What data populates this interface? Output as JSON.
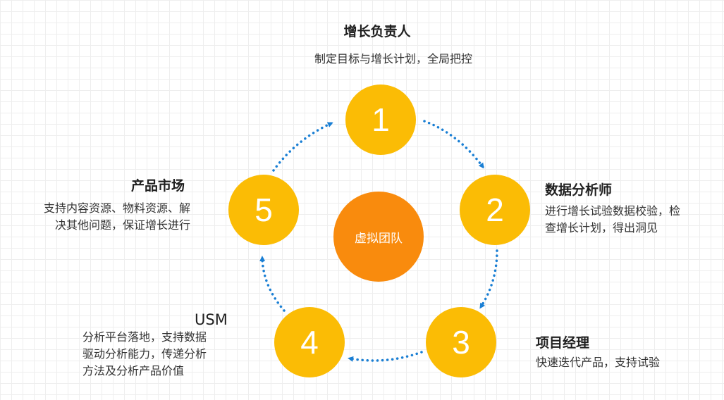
{
  "colors": {
    "node": "#fbbc05",
    "center": "#f98b0d",
    "arrow": "#1a7fd4",
    "grid": "#eeeeee"
  },
  "center": {
    "label": "虚拟团队"
  },
  "nodes": [
    {
      "number": "1",
      "title": "增长负责人",
      "desc_lines": [
        "制定目标与增长计划，全局把控"
      ]
    },
    {
      "number": "2",
      "title": "数据分析师",
      "desc_lines": [
        "进行增长试验数据校验，检",
        "查增长计划，得出洞见"
      ]
    },
    {
      "number": "3",
      "title": "项目经理",
      "desc_lines": [
        "快速迭代产品，支持试验"
      ]
    },
    {
      "number": "4",
      "title": "USM",
      "desc_lines": [
        "分析平台落地，支持数据",
        "驱动分析能力，传递分析",
        "方法及分析产品价值"
      ]
    },
    {
      "number": "5",
      "title": "产品市场",
      "desc_lines": [
        "支持内容资源、物料资源、解",
        "决其他问题，保证增长进行"
      ]
    }
  ]
}
